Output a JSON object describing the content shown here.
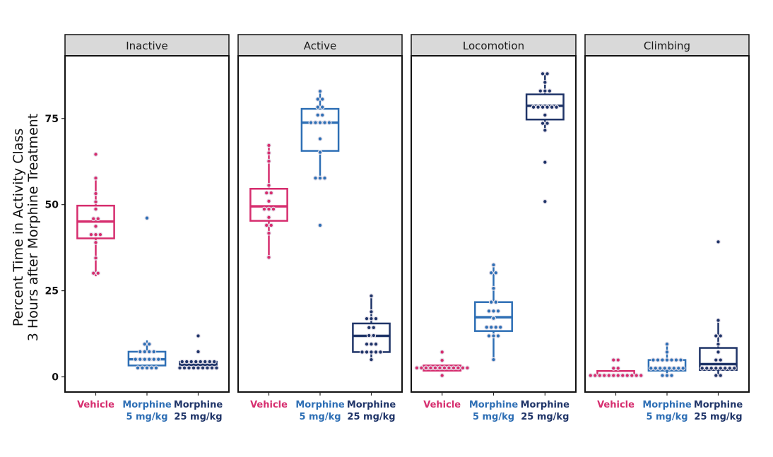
{
  "chart_data": {
    "type": "box",
    "ylabel": [
      "Percent Time in Activity Class",
      "3 Hours after Morphine Treatment"
    ],
    "ylim": [
      -4.4,
      93.2
    ],
    "yticks": [
      0,
      25,
      50,
      75
    ],
    "grid": false,
    "categories": [
      {
        "lines": [
          "Vehicle"
        ],
        "color": "#d62d6e"
      },
      {
        "lines": [
          "Morphine",
          "5 mg/kg"
        ],
        "color": "#2e6fb5"
      },
      {
        "lines": [
          "Morphine",
          "25 mg/kg"
        ],
        "color": "#1f3468"
      }
    ],
    "facets": [
      {
        "title": "Inactive",
        "groups": [
          {
            "box": {
              "low": 29.2,
              "q1": 40.2,
              "median": 45.1,
              "q3": 49.7,
              "high": 57.7
            },
            "points": [
              64.6,
              57.7,
              53.2,
              50.8,
              48.7,
              45.9,
              45.9,
              43.7,
              41.3,
              41.3,
              41.3,
              39.0,
              34.5,
              30.1,
              30.1
            ]
          },
          {
            "box": {
              "low": 2.6,
              "q1": 3.3,
              "median": 5.1,
              "q3": 7.3,
              "high": 10.6
            },
            "points": [
              46.1,
              9.5,
              9.5,
              7.3,
              7.3,
              7.3,
              7.3,
              5.1,
              5.1,
              5.1,
              5.1,
              5.1,
              5.1,
              2.6,
              2.6,
              2.6,
              2.6,
              2.6
            ]
          },
          {
            "box": {
              "low": 2.2,
              "q1": 2.6,
              "median": 3.5,
              "q3": 4.4,
              "high": 4.4
            },
            "points": [
              11.9,
              7.3,
              4.4,
              4.4,
              4.4,
              4.4,
              4.4,
              4.4,
              4.4,
              4.4,
              2.6,
              2.6,
              2.6,
              2.6,
              2.6,
              2.6,
              2.6,
              2.6,
              2.6
            ]
          }
        ]
      },
      {
        "title": "Active",
        "groups": [
          {
            "box": {
              "low": 34.7,
              "q1": 45.3,
              "median": 49.5,
              "q3": 54.6,
              "high": 67.2
            },
            "points": [
              67.2,
              65.0,
              62.6,
              55.6,
              53.4,
              53.4,
              51.0,
              48.7,
              48.7,
              48.7,
              46.3,
              44.0,
              44.0,
              41.7,
              34.7
            ]
          },
          {
            "box": {
              "low": 57.7,
              "q1": 65.6,
              "median": 73.8,
              "q3": 77.8,
              "high": 82.9
            },
            "points": [
              82.9,
              80.6,
              80.6,
              78.3,
              78.3,
              76.0,
              76.0,
              73.8,
              73.8,
              73.8,
              73.8,
              73.8,
              69.1,
              65.2,
              57.7,
              57.7,
              57.7,
              44.0
            ]
          },
          {
            "box": {
              "low": 5.0,
              "q1": 7.2,
              "median": 11.9,
              "q3": 15.5,
              "high": 23.5
            },
            "points": [
              23.5,
              18.9,
              16.9,
              16.9,
              16.9,
              14.3,
              14.3,
              12.0,
              12.0,
              9.5,
              9.5,
              9.5,
              7.2,
              7.2,
              7.2,
              7.2,
              7.2,
              5.0
            ]
          }
        ]
      },
      {
        "title": "Locomotion",
        "groups": [
          {
            "box": {
              "low": 1.8,
              "q1": 1.8,
              "median": 2.6,
              "q3": 3.3,
              "high": 3.3
            },
            "points": [
              7.2,
              4.8,
              2.6,
              2.6,
              2.6,
              2.6,
              2.6,
              2.6,
              2.6,
              2.6,
              2.6,
              2.6,
              2.6,
              2.6,
              0.4
            ]
          },
          {
            "box": {
              "low": 5.0,
              "q1": 13.3,
              "median": 17.3,
              "q3": 21.7,
              "high": 32.5
            },
            "points": [
              32.5,
              30.2,
              30.2,
              25.7,
              21.7,
              21.7,
              19.1,
              19.1,
              19.1,
              17.0,
              14.4,
              14.4,
              14.4,
              14.4,
              11.9,
              11.9,
              11.9,
              5.0
            ]
          },
          {
            "box": {
              "low": 71.6,
              "q1": 74.7,
              "median": 78.7,
              "q3": 82.0,
              "high": 88.0
            },
            "points": [
              88.0,
              88.0,
              85.5,
              83.0,
              83.0,
              83.0,
              78.3,
              78.3,
              78.3,
              78.3,
              78.3,
              78.3,
              76.0,
              73.6,
              73.6,
              71.6,
              62.3,
              50.9
            ]
          }
        ]
      },
      {
        "title": "Climbing",
        "groups": [
          {
            "box": {
              "low": 0.4,
              "q1": 0.4,
              "median": 0.4,
              "q3": 1.7,
              "high": 1.7
            },
            "points": [
              4.9,
              4.9,
              2.5,
              2.5,
              0.4,
              0.4,
              0.4,
              0.4,
              0.4,
              0.4,
              0.4,
              0.4,
              0.4,
              0.4,
              0.4,
              0.4
            ]
          },
          {
            "box": {
              "low": 0.4,
              "q1": 1.8,
              "median": 2.5,
              "q3": 4.9,
              "high": 9.5
            },
            "points": [
              9.5,
              7.2,
              4.9,
              4.9,
              4.9,
              4.9,
              4.9,
              4.9,
              4.9,
              2.5,
              2.5,
              2.5,
              2.5,
              2.5,
              2.5,
              2.5,
              2.5,
              0.4,
              0.4,
              0.4
            ]
          },
          {
            "box": {
              "low": 0.4,
              "q1": 2.0,
              "median": 3.7,
              "q3": 8.4,
              "high": 16.4
            },
            "points": [
              39.2,
              16.4,
              11.9,
              11.9,
              9.5,
              7.2,
              4.9,
              4.9,
              2.5,
              2.5,
              2.5,
              2.5,
              2.5,
              2.5,
              2.5,
              2.5,
              0.4,
              0.4
            ]
          }
        ]
      }
    ]
  }
}
